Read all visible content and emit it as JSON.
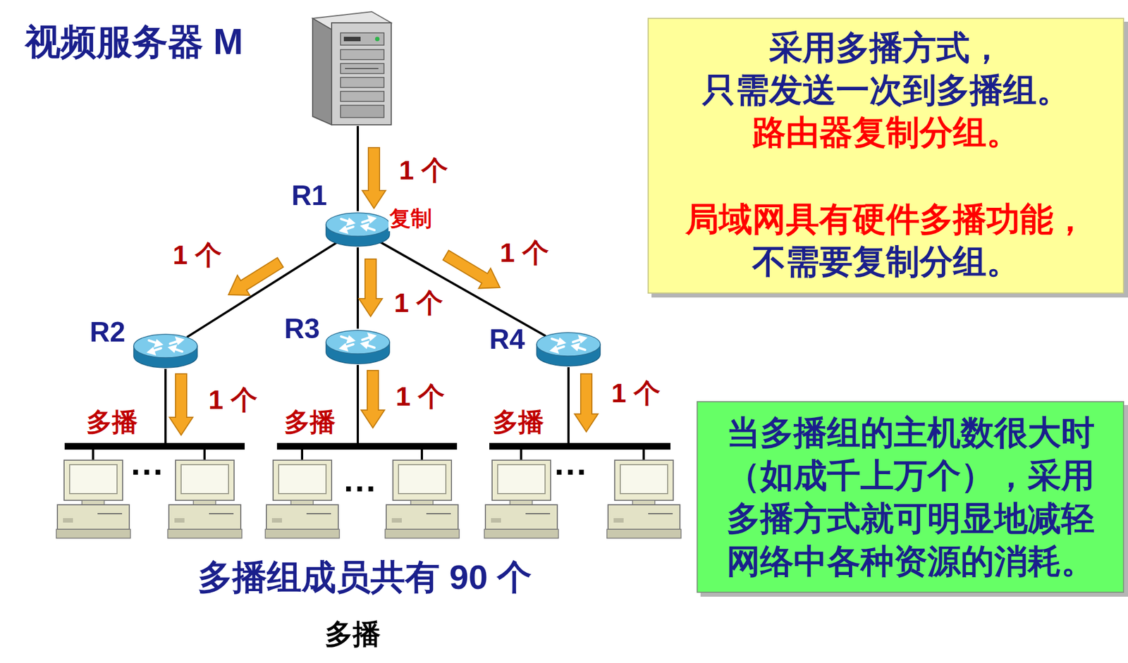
{
  "diagram": {
    "caption": "多播",
    "nodes": [
      {
        "text": [
          "视频服务器 M"
        ]
      },
      {
        "text": [
          "R1",
          "复制"
        ]
      },
      {
        "text": [
          "R2"
        ]
      },
      {
        "text": [
          "R3"
        ]
      },
      {
        "text": [
          "R4"
        ]
      },
      {
        "text": [
          "多播"
        ]
      },
      {
        "text": [
          "多播"
        ]
      },
      {
        "text": [
          "多播"
        ]
      },
      {
        "text": [
          "采用多播方式， 只需发送一次到多播组。",
          "路由器复制分组。",
          "局域网具有硬件多播功能，",
          "不需要复制分组。"
        ]
      },
      {
        "text": [
          "当多播组的主机数很大时 （如成千上万个），采用 多播方式就可明显地减轻 网络中各种资源的消耗。"
        ]
      }
    ],
    "edges": [
      {
        "from": 0,
        "to": 1,
        "label": "1 个",
        "arrow": "to"
      },
      {
        "from": 1,
        "to": 2,
        "label": "1 个",
        "arrow": "to"
      },
      {
        "from": 1,
        "to": 3,
        "label": "1 个",
        "arrow": "to"
      },
      {
        "from": 1,
        "to": 4,
        "label": "1 个",
        "arrow": "to"
      },
      {
        "from": 2,
        "to": 5,
        "label": "1 个",
        "arrow": "to"
      },
      {
        "from": 3,
        "to": 6,
        "label": "1 个",
        "arrow": "to"
      },
      {
        "from": 4,
        "to": 7,
        "label": "1 个",
        "arrow": "to"
      }
    ],
    "labels": [
      "···",
      "···",
      "···",
      "多播组成员共有 90 个"
    ]
  }
}
